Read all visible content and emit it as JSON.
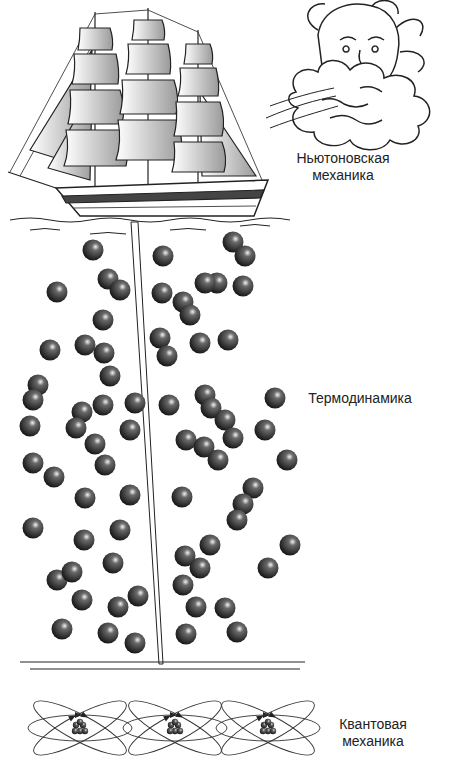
{
  "diagram": {
    "labels": [
      "Ньютоновская механика",
      "Термодинамика",
      "Квантовая механика"
    ]
  }
}
